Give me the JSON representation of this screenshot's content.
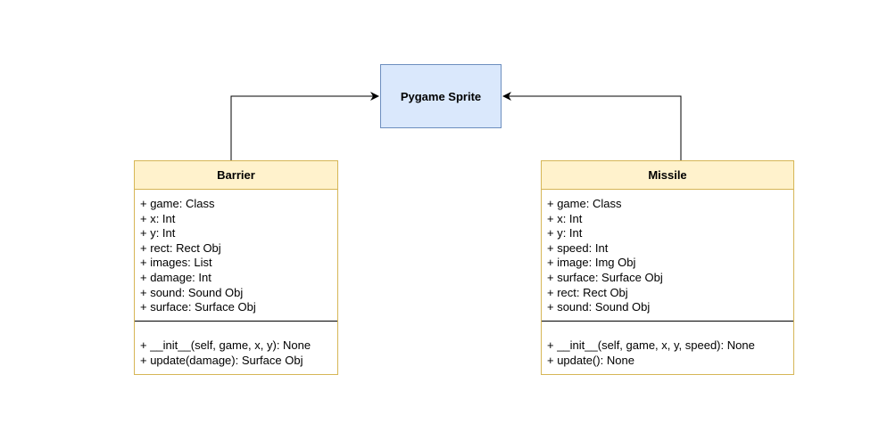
{
  "sprite": {
    "label": "Pygame Sprite"
  },
  "barrier": {
    "name": "Barrier",
    "attributes": [
      "+ game: Class",
      "+ x: Int",
      "+ y: Int",
      "+ rect: Rect Obj",
      "+ images: List",
      "+ damage: Int",
      "+ sound: Sound Obj",
      "+ surface: Surface Obj"
    ],
    "methods": [
      "+ __init__(self, game, x, y): None",
      "+ update(damage): Surface Obj"
    ]
  },
  "missile": {
    "name": "Missile",
    "attributes": [
      "+ game: Class",
      "+ x: Int",
      "+ y: Int",
      "+ speed: Int",
      "+ image: Img Obj",
      "+ surface: Surface Obj",
      "+ rect: Rect Obj",
      "+ sound: Sound Obj"
    ],
    "methods": [
      "+ __init__(self, game, x, y, speed): None",
      "+ update(): None"
    ]
  },
  "colors": {
    "sprite_fill": "#dae8fc",
    "sprite_stroke": "#6c8ebf",
    "class_header_fill": "#fff2cc",
    "class_stroke": "#d6b656"
  }
}
